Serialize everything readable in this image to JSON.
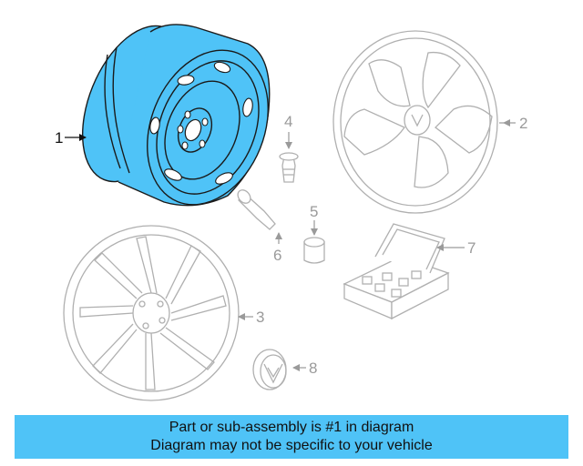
{
  "callouts": {
    "c1": "1",
    "c2": "2",
    "c3": "3",
    "c4": "4",
    "c5": "5",
    "c6": "6",
    "c7": "7",
    "c8": "8"
  },
  "banner": {
    "line1": "Part or sub-assembly is #1 in diagram",
    "line2": "Diagram may not be specific to your vehicle"
  },
  "colors": {
    "highlight": "#4fc3f7",
    "banner": "#4fc3f7",
    "outline": "#b0b0b0"
  }
}
